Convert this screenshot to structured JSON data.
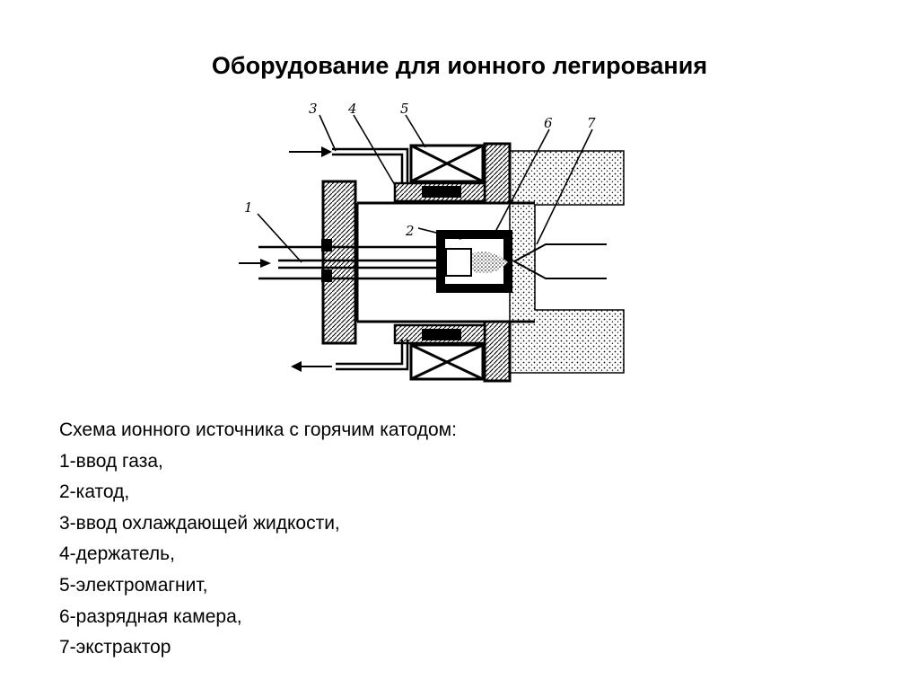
{
  "title": "Оборудование для ионного легирования",
  "diagram": {
    "labels": [
      "1",
      "2",
      "3",
      "4",
      "5",
      "6",
      "7"
    ]
  },
  "caption": {
    "heading": "Схема ионного источника с горячим катодом:",
    "items": [
      "1-ввод газа,",
      "2-катод,",
      "3-ввод охлаждающей жидкости,",
      "4-держатель,",
      "5-электромагнит,",
      "6-разрядная камера,",
      "7-экстрактор"
    ]
  }
}
